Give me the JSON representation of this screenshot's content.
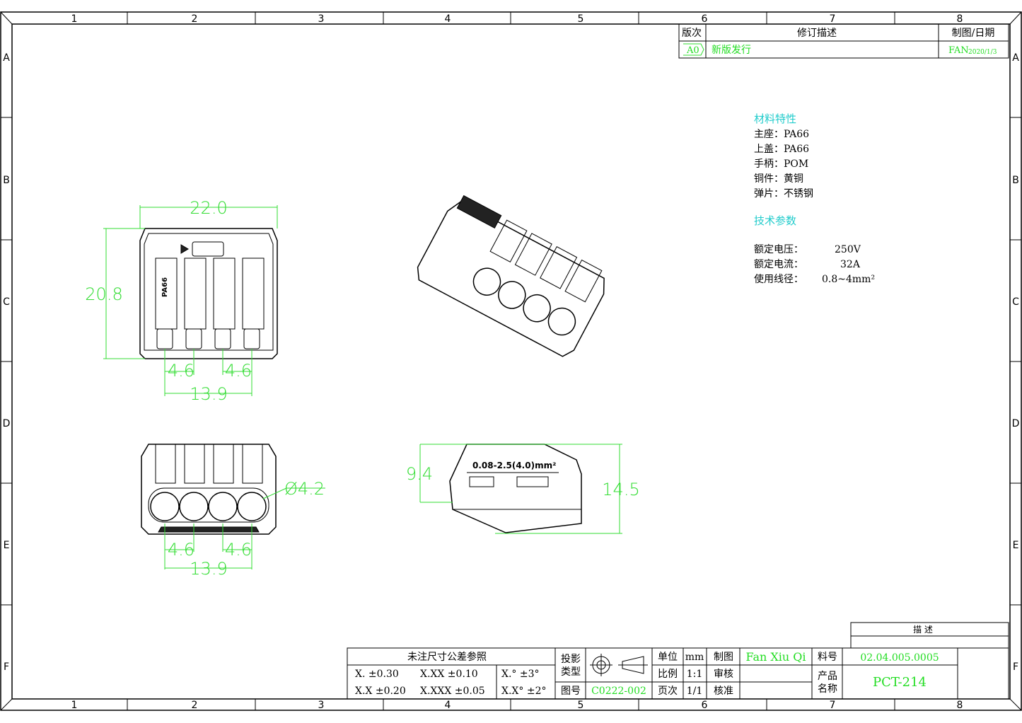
{
  "frame": {
    "columns": [
      "1",
      "2",
      "3",
      "4",
      "5",
      "6",
      "7",
      "8"
    ],
    "rows": [
      "A",
      "B",
      "C",
      "D",
      "E",
      "F"
    ]
  },
  "revision": {
    "headers": [
      "版次",
      "修订描述",
      "制图/日期"
    ],
    "rows": [
      {
        "version": "A0",
        "description": "新版发行",
        "author": "FAN",
        "date": "2020/1/3"
      }
    ]
  },
  "materials": {
    "title": "材料特性",
    "items": [
      "主座：PA66",
      "上盖：PA66",
      "手柄：POM",
      "铜件：黄铜",
      "弹片：不锈钢"
    ]
  },
  "specs": {
    "title": "技术参数",
    "items": [
      {
        "label": "额定电压：",
        "value": "250V"
      },
      {
        "label": "额定电流：",
        "value": "32A"
      },
      {
        "label": "使用线径：",
        "value": "0.8~4mm²"
      }
    ]
  },
  "dimensions": {
    "top_width": "22.0",
    "top_height": "20.8",
    "top_pitch_left": "4.6",
    "top_pitch_right": "4.6",
    "top_span": "13.9",
    "front_hole": "Ø4.2",
    "front_pitch_left": "4.6",
    "front_pitch_right": "4.6",
    "front_span": "13.9",
    "side_small": "9.4",
    "side_height": "14.5",
    "side_marking": "0.08-2.5(4.0)mm²",
    "top_marking": "PA66"
  },
  "title_block": {
    "description_header": "描 述",
    "tolerance_title": "未注尺寸公差参照",
    "tol": [
      "X.   ±0.30",
      "X.XX  ±0.10",
      "X.°  ±3°",
      "X.X ±0.20",
      "X.XXX ±0.05",
      "X.X° ±2°"
    ],
    "projection_label_1": "投影",
    "projection_label_2": "类型",
    "drawing_no_label": "图号",
    "drawing_no": "C0222-002",
    "unit_label": "单位",
    "unit": "mm",
    "scale_label": "比例",
    "scale": "1:1",
    "page_label": "页次",
    "page": "1/1",
    "drawn_label": "制图",
    "drawn_by": "Fan Xiu Qi",
    "check_label": "审核",
    "approve_label": "核准",
    "part_no_label": "料号",
    "part_no": "02.04.005.0005",
    "product_label_1": "产品",
    "product_label_2": "名称",
    "product_name": "PCT-214"
  },
  "colors": {
    "dimension": "#33dd33",
    "heading": "#22cccc",
    "entry": "#22dd22"
  }
}
